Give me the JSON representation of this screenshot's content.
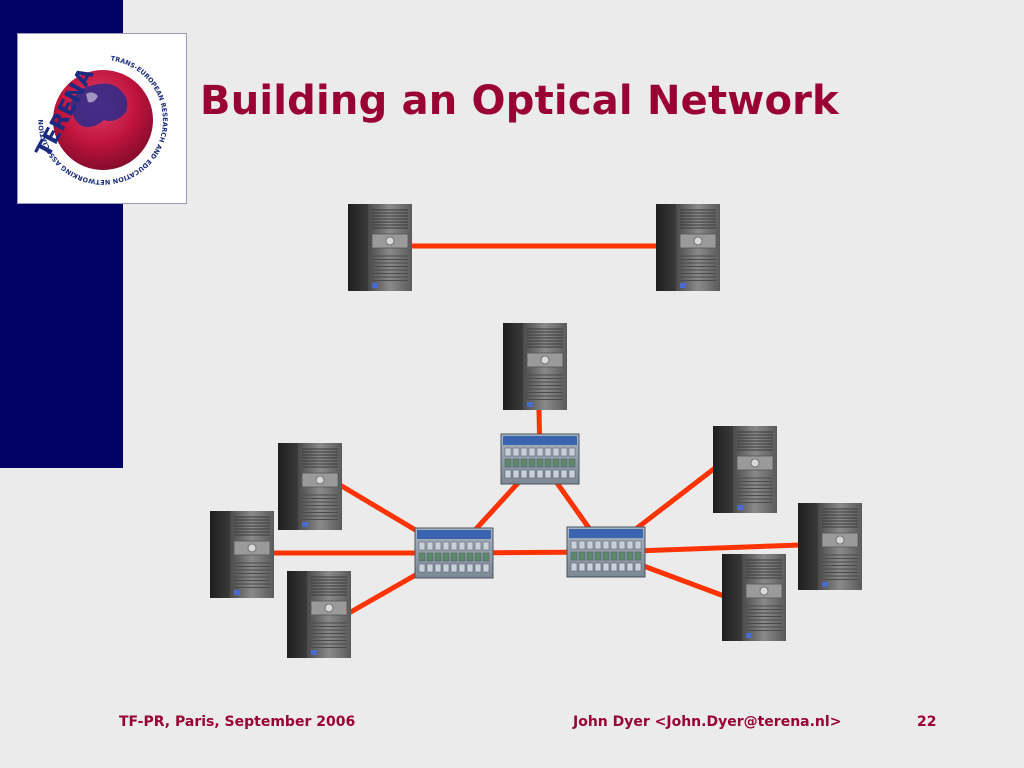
{
  "slide": {
    "title": "Building an Optical Network",
    "footer": {
      "left": "TF-PR, Paris, September 2006",
      "center": "John Dyer  <John.Dyer@terena.nl>",
      "page_number": "22"
    }
  },
  "logo": {
    "wordmark": "TERENA",
    "ring_text": "TRANS-EUROPEAN RESEARCH AND EDUCATION NETWORKING ASSOCIATION"
  },
  "colors": {
    "band": "#000066",
    "title": "#990033",
    "link": "#ff3300",
    "background": "#ebebeb"
  },
  "diagram": {
    "nodes": [
      {
        "id": "server-top-left",
        "kind": "server"
      },
      {
        "id": "server-top-right",
        "kind": "server"
      },
      {
        "id": "server-center-top",
        "kind": "server"
      },
      {
        "id": "server-left-1",
        "kind": "server"
      },
      {
        "id": "server-left-2",
        "kind": "server"
      },
      {
        "id": "server-left-3",
        "kind": "server"
      },
      {
        "id": "server-right-1",
        "kind": "server"
      },
      {
        "id": "server-right-2",
        "kind": "server"
      },
      {
        "id": "server-right-3",
        "kind": "server"
      },
      {
        "id": "switch-top",
        "kind": "optical-switch"
      },
      {
        "id": "switch-left",
        "kind": "optical-switch"
      },
      {
        "id": "switch-right",
        "kind": "optical-switch"
      }
    ],
    "links": [
      [
        "server-top-left",
        "server-top-right"
      ],
      [
        "server-center-top",
        "switch-top"
      ],
      [
        "switch-top",
        "switch-left"
      ],
      [
        "switch-top",
        "switch-right"
      ],
      [
        "switch-left",
        "switch-right"
      ],
      [
        "server-left-1",
        "switch-left"
      ],
      [
        "server-left-2",
        "switch-left"
      ],
      [
        "server-left-3",
        "switch-left"
      ],
      [
        "switch-right",
        "server-right-1"
      ],
      [
        "switch-right",
        "server-right-2"
      ],
      [
        "switch-right",
        "server-right-3"
      ]
    ]
  }
}
